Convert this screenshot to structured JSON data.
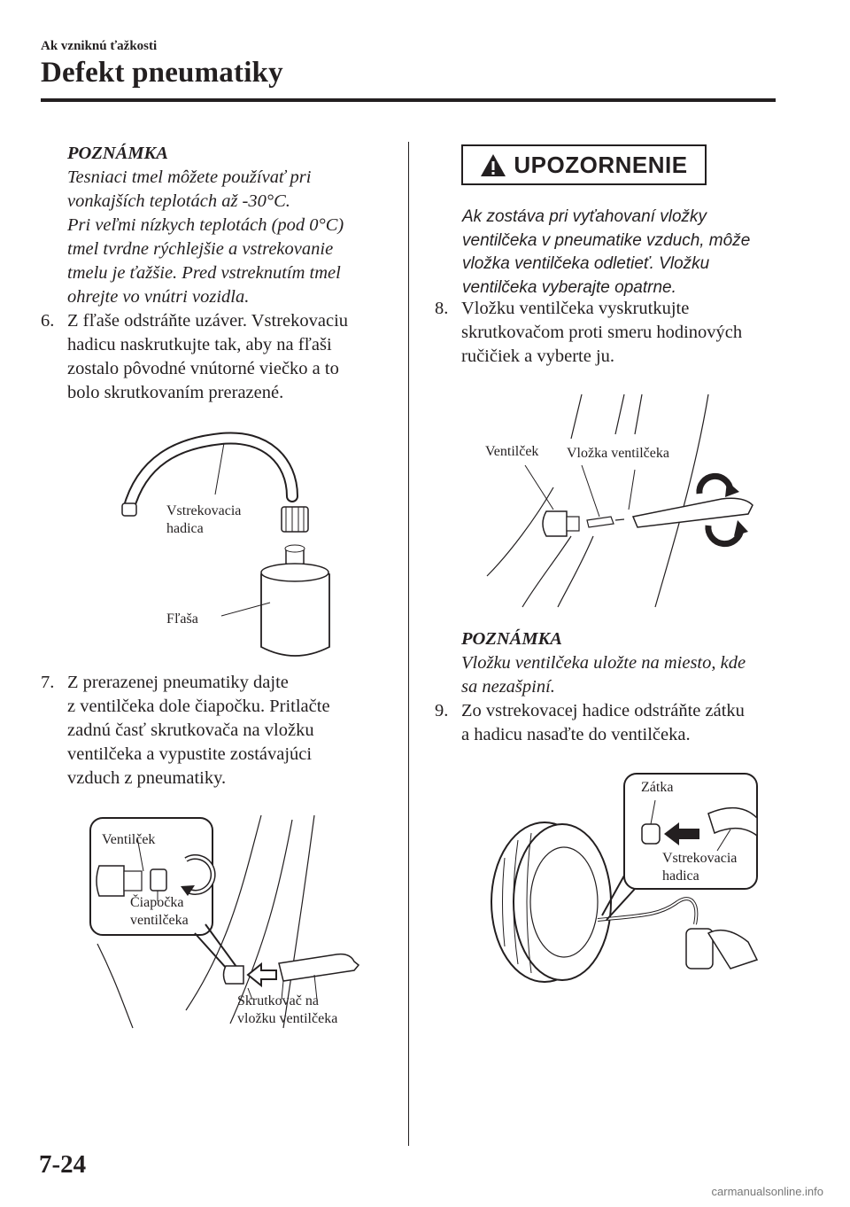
{
  "header": {
    "section": "Ak vzniknú ťažkosti",
    "title": "Defekt pneumatiky"
  },
  "left": {
    "note1": {
      "heading": "POZNÁMKA",
      "lines": [
        "Tesniaci tmel môžete používať pri",
        "vonkajších teplotách až -30°C.",
        "Pri veľmi nízkych teplotách (pod 0°C)",
        "tmel tvrdne rýchlejšie a vstrekovanie",
        "tmelu je ťažšie. Pred vstreknutím tmel",
        "ohrejte vo vnútri vozidla."
      ]
    },
    "step6": {
      "num": "6.",
      "lines": [
        "Z fľaše odstráňte uzáver. Vstrekovaciu",
        "hadicu naskrutkujte tak, aby na fľaši",
        "zostalo pôvodné vnútorné viečko a to",
        "bolo skrutkovaním prerazené."
      ]
    },
    "fig1": {
      "hose_label_1": "Vstrekovacia",
      "hose_label_2": "hadica",
      "bottle_label": "Fľaša"
    },
    "step7": {
      "num": "7.",
      "lines": [
        "Z prerazenej pneumatiky dajte",
        "z ventilčeka dole čiapočku. Pritlačte",
        "zadnú časť skrutkovača na vložku",
        "ventilčeka a vypustite zostávajúci",
        "vzduch z pneumatiky."
      ]
    },
    "fig2": {
      "valve_label": "Ventilček",
      "cap_label_1": "Čiapočka",
      "cap_label_2": "ventilčeka",
      "tool_label_1": "Skrutkovač na",
      "tool_label_2": "vložku ventilčeka"
    }
  },
  "right": {
    "warning": {
      "label": "UPOZORNENIE",
      "lines": [
        "Ak zostáva pri vyťahovaní vložky",
        "ventilčeka v pneumatike vzduch, môže",
        "vložka ventilčeka odletieť. Vložku",
        "ventilčeka vyberajte opatrne."
      ]
    },
    "step8": {
      "num": "8.",
      "lines": [
        "Vložku ventilčeka vyskrutkujte",
        "skrutkovačom proti smeru hodinových",
        "ručičiek a vyberte ju."
      ]
    },
    "fig3": {
      "valve_label": "Ventilček",
      "core_label": "Vložka ventilčeka"
    },
    "note2": {
      "heading": "POZNÁMKA",
      "lines": [
        "Vložku ventilčeka uložte na miesto, kde",
        "sa nezašpiní."
      ]
    },
    "step9": {
      "num": "9.",
      "lines": [
        "Zo vstrekovacej hadice odstráňte zátku",
        "a hadicu nasaďte do ventilčeka."
      ]
    },
    "fig4": {
      "plug_label": "Zátka",
      "hose_label_1": "Vstrekovacia",
      "hose_label_2": "hadica"
    }
  },
  "footer": {
    "page_number": "7-24",
    "watermark": "carmanualsonline.info"
  }
}
